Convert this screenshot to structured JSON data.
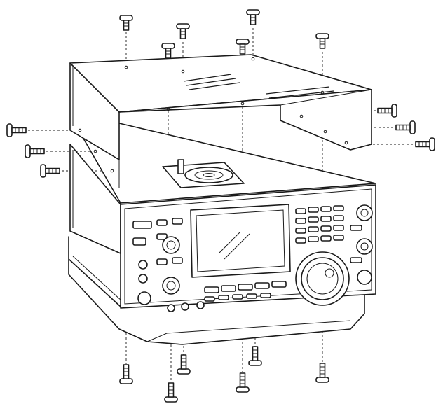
{
  "diagram": {
    "subject": "transceiver-cover-removal",
    "stroke_color": "#1a1a1a",
    "background_color": "#ffffff",
    "screw_groups": [
      "top-cover-screws",
      "side-cover-screws",
      "bottom-cover-screws"
    ]
  }
}
